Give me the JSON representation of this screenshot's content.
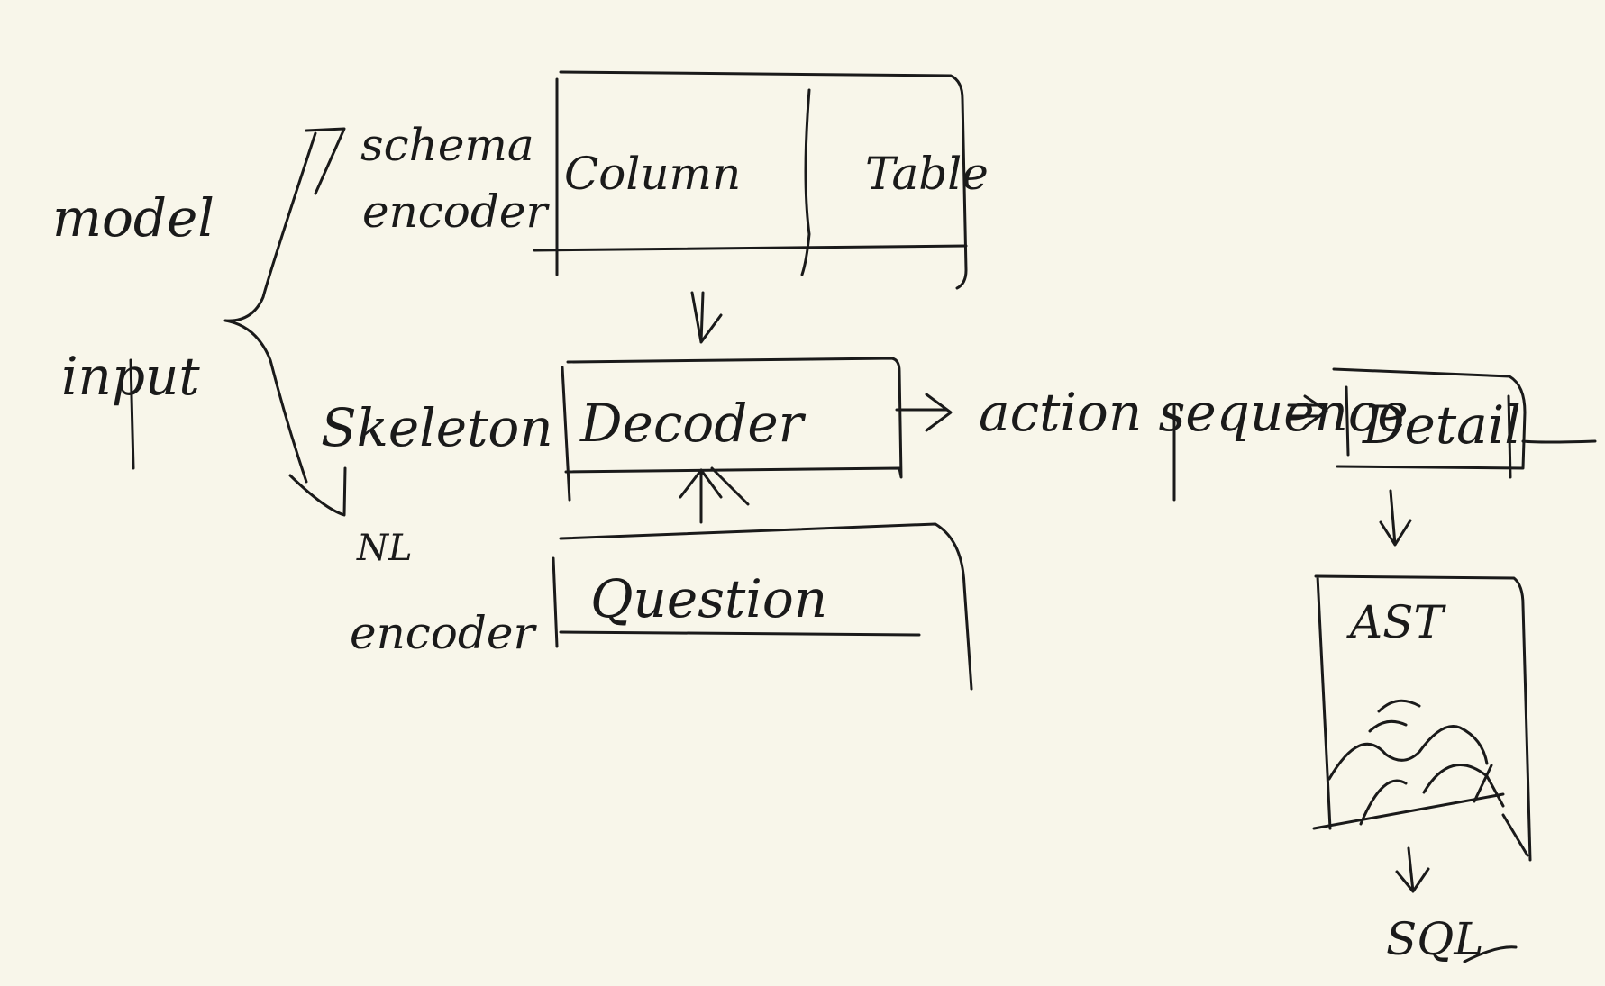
{
  "labels": {
    "model": "model",
    "input": "input",
    "schema": "schema",
    "encoder_schema": "encoder",
    "column": "Column",
    "table": "Table",
    "skeleton": "Skeleton",
    "decoder": "Decoder",
    "nl": "NL",
    "encoder_nl": "encoder",
    "question": "Question",
    "action_sequence": "action sequence",
    "detail": "Detail",
    "ast": "AST",
    "sql": "SQL"
  },
  "colors": {
    "background": "#f8f6ea",
    "ink": "#1a1a1a"
  }
}
